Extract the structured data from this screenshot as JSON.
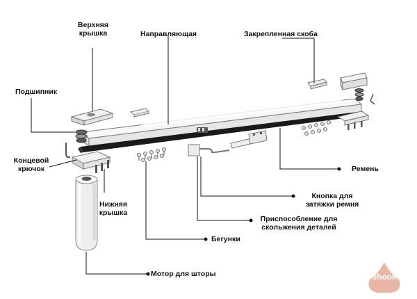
{
  "labels": {
    "top_cover_1": "Верхняя",
    "top_cover_2": "крышка",
    "guide": "Направляющая",
    "fixed_bracket": "Закрепленная скоба",
    "bearing": "Подшипник",
    "end_hook_1": "Концевой",
    "end_hook_2": "крючок",
    "belt": "Ремень",
    "bottom_cover_1": "Нижняя",
    "bottom_cover_2": "крышка",
    "tension_button_1": "Кнопка для",
    "tension_button_2": "затяжки ремня",
    "slide_device_1": "Приспособление для",
    "slide_device_2": "скольжения деталей",
    "runners": "Бегунки",
    "motor": "Мотор для шторы"
  },
  "brand": {
    "logo_text": "shook"
  },
  "colors": {
    "accent": "#e9b5a4",
    "line": "#111111",
    "rail": "#f4f4f4",
    "belt": "#1a1a1a"
  }
}
